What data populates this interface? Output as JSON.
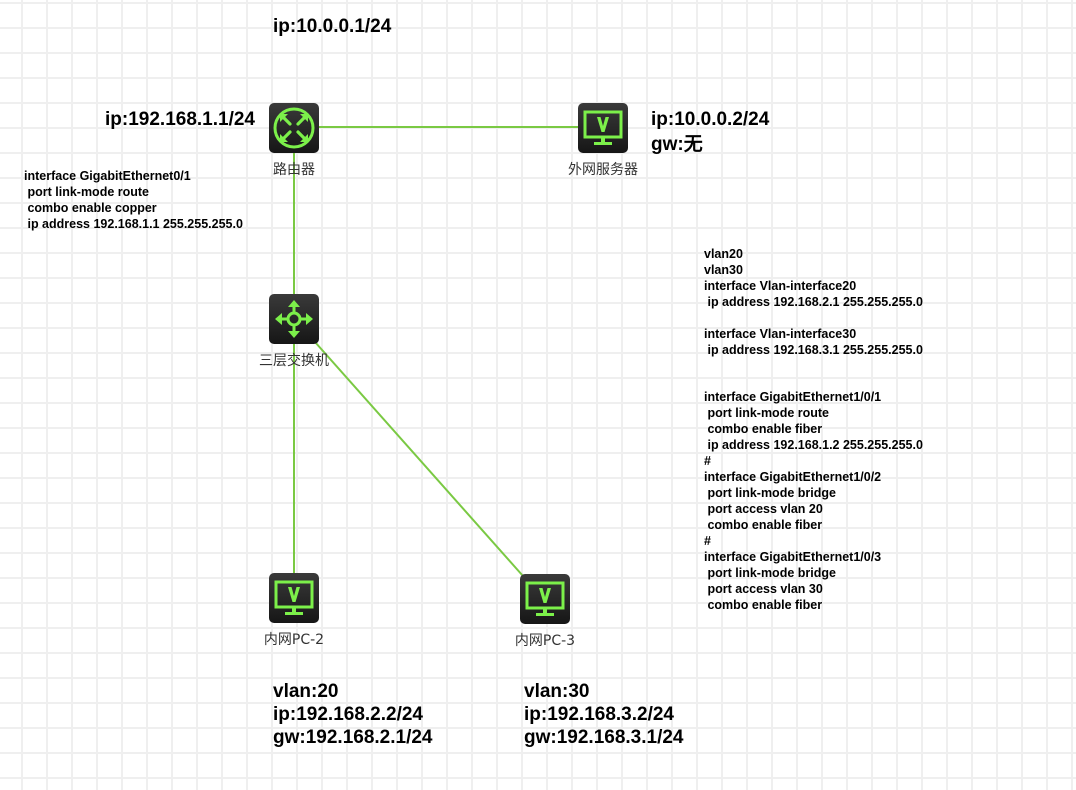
{
  "diagram": {
    "type": "network-topology",
    "link_color": "#7ac943",
    "icon_accent": "#7cf04a",
    "nodes": {
      "router": {
        "label": "路由器",
        "icon": "router-icon"
      },
      "server": {
        "label": "外网服务器",
        "icon": "monitor-icon"
      },
      "switch": {
        "label": "三层交换机",
        "icon": "l3-switch-icon"
      },
      "pc2": {
        "label": "内网PC-2",
        "icon": "monitor-icon"
      },
      "pc3": {
        "label": "内网PC-3",
        "icon": "monitor-icon"
      }
    },
    "links": [
      {
        "from": "router",
        "to": "server"
      },
      {
        "from": "router",
        "to": "switch"
      },
      {
        "from": "switch",
        "to": "pc2"
      },
      {
        "from": "switch",
        "to": "pc3"
      }
    ],
    "annotations": {
      "router_wan_ip": "ip:10.0.0.1/24",
      "router_lan_ip": "ip:192.168.1.1/24",
      "router_config": [
        "interface GigabitEthernet0/1",
        " port link-mode route",
        " combo enable copper",
        " ip address 192.168.1.1 255.255.255.0"
      ],
      "server_ip": "ip:10.0.0.2/24",
      "server_gw": "gw:无",
      "switch_config_vlan": [
        "vlan20",
        "vlan30",
        "interface Vlan-interface20",
        " ip address 192.168.2.1 255.255.255.0",
        "",
        "interface Vlan-interface30",
        " ip address 192.168.3.1 255.255.255.0"
      ],
      "switch_config_ports": [
        "interface GigabitEthernet1/0/1",
        " port link-mode route",
        " combo enable fiber",
        " ip address 192.168.1.2 255.255.255.0",
        "#",
        "interface GigabitEthernet1/0/2",
        " port link-mode bridge",
        " port access vlan 20",
        " combo enable fiber",
        "#",
        "interface GigabitEthernet1/0/3",
        " port link-mode bridge",
        " port access vlan 30",
        " combo enable fiber"
      ],
      "pc2": {
        "vlan": "vlan:20",
        "ip": "ip:192.168.2.2/24",
        "gw": "gw:192.168.2.1/24"
      },
      "pc3": {
        "vlan": "vlan:30",
        "ip": "ip:192.168.3.2/24",
        "gw": "gw:192.168.3.1/24"
      }
    }
  }
}
